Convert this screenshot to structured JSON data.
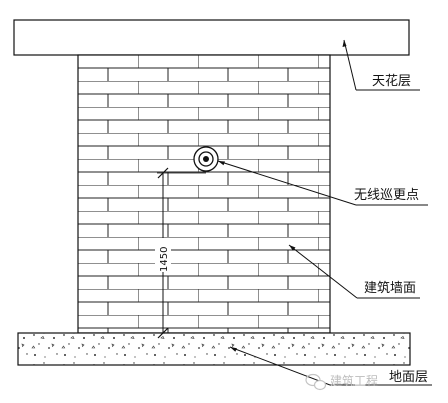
{
  "labels": {
    "ceiling": "天花层",
    "patrol_point": "无线巡更点",
    "wall": "建筑墙面",
    "floor": "地面层"
  },
  "dimension": {
    "value": "1450"
  },
  "watermark": {
    "text": "建筑工程"
  }
}
